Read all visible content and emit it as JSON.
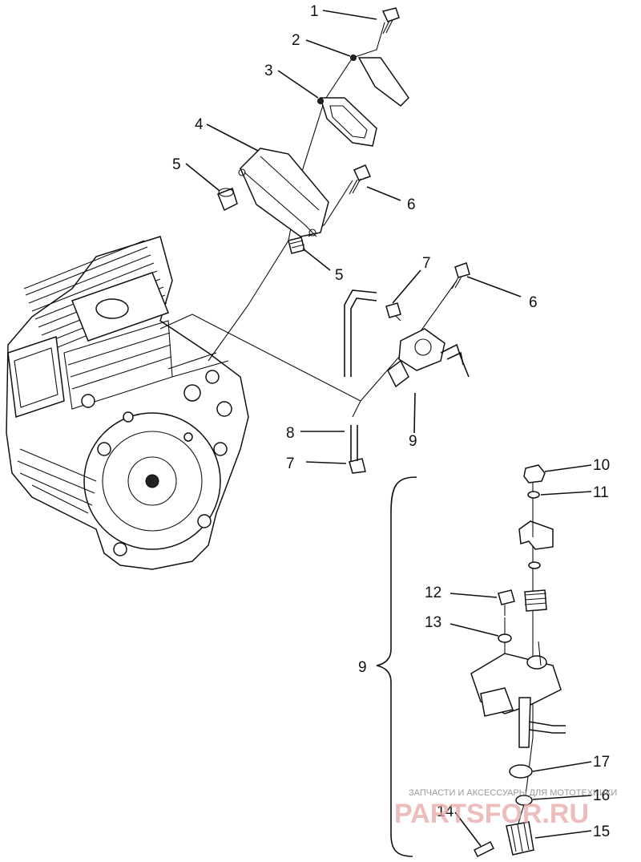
{
  "callouts": {
    "c1": "1",
    "c2": "2",
    "c3": "3",
    "c4": "4",
    "c5a": "5",
    "c5b": "5",
    "c6a": "6",
    "c6b": "6",
    "c7a": "7",
    "c7b": "7",
    "c8": "8",
    "c9a": "9",
    "c9b": "9",
    "c10": "10",
    "c11": "11",
    "c12": "12",
    "c13": "13",
    "c14": "14",
    "c15": "15",
    "c16": "16",
    "c17": "17"
  },
  "watermark": {
    "line1": "ЗАПЧАСТИ И АКСЕССУАРЫ ДЛЯ МОТОТЕХНИКИ",
    "line2": "PARTSFOR.RU"
  }
}
